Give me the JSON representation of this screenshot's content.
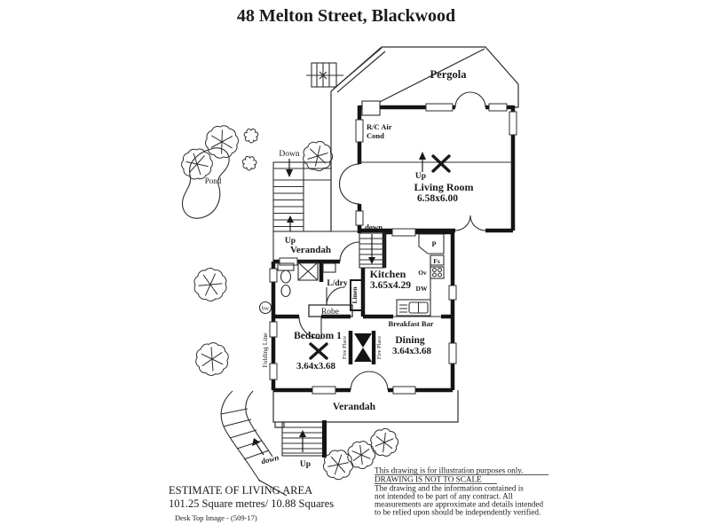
{
  "title": "48 Melton Street, Blackwood",
  "colors": {
    "ink": "#1a1a1a",
    "paper": "#ffffff"
  },
  "plan": {
    "rooms": {
      "pergola": {
        "name": "Pergola"
      },
      "living": {
        "name": "Living Room",
        "dims": "6.58x6.00"
      },
      "kitchen": {
        "name": "Kitchen",
        "dims": "3.65x4.29"
      },
      "bedroom1": {
        "name": "Bedroom 1",
        "dims": "3.64x3.68"
      },
      "dining": {
        "name": "Dining",
        "dims": "3.64x3.68"
      },
      "laundry": {
        "name": "L/dry"
      },
      "verandah_upper": {
        "name": "Verandah"
      },
      "verandah_lower": {
        "name": "Verandah"
      }
    },
    "fixtures": {
      "pantry": "P",
      "fs": "Fs",
      "oven": "Ov",
      "dishwasher": "DW",
      "robe": "Robe",
      "linen": "Linen",
      "breakfast_bar": "Breakfast Bar",
      "fire_place_left": "Fire Place",
      "fire_place_right": "Fire Place",
      "hot_water": "hw",
      "rc_air_line1": "R/C Air",
      "rc_air_line2": "Cond",
      "pond": "Pond",
      "folding_line": "Folding Line"
    },
    "stairs": {
      "down_top": "Down",
      "up_verandah": "Up",
      "down_interior": "down",
      "up_living": "Up",
      "down_curved": "down",
      "up_bottom": "Up"
    }
  },
  "footer": {
    "estimate_title": "ESTIMATE OF LIVING AREA",
    "estimate_value": "101.25 Square metres/  10.88 Squares",
    "watermark": "Desk Top Image - (509-17)",
    "disclaimer_line1": "This drawing is for illustration purposes only.",
    "disclaimer_line2": "DRAWING IS NOT TO SCALE",
    "disclaimer_line3": "The drawing and the information contained is",
    "disclaimer_line4": "not intended to be part of any contract.  All",
    "disclaimer_line5": "measurements are approximate and details intended",
    "disclaimer_line6": "to be relied upon should be independently verified."
  }
}
